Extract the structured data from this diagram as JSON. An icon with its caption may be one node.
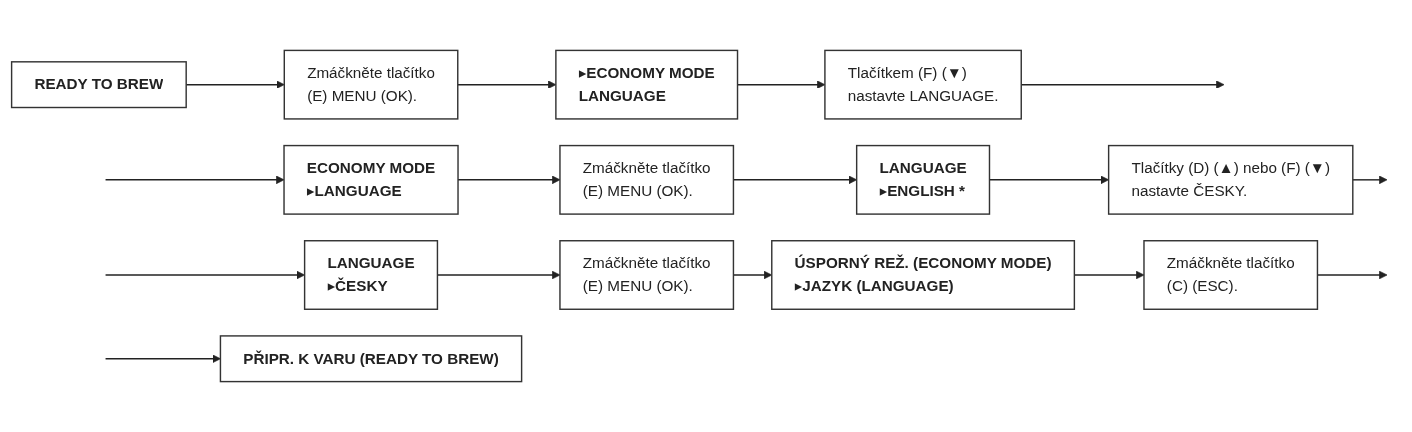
{
  "diagram": {
    "nodes": [
      {
        "text": [
          "READY TO BREW"
        ]
      },
      {
        "text": [
          "Zmáčkněte tlačítko (E) MENU (OK)."
        ]
      },
      {
        "text": [
          "▸ECONOMY MODE",
          "LANGUAGE"
        ]
      },
      {
        "text": [
          "Tlačítkem (F) (▼) nastavte LANGUAGE."
        ]
      },
      {
        "text": [
          "ECONOMY MODE",
          "▸LANGUAGE"
        ]
      },
      {
        "text": [
          "Zmáčkněte tlačítko (E) MENU (OK)."
        ]
      },
      {
        "text": [
          "LANGUAGE",
          "▸ENGLISH *"
        ]
      },
      {
        "text": [
          "Tlačítky (D) (▲) nebo (F) (▼) nastavte ČESKY."
        ]
      },
      {
        "text": [
          "LANGUAGE",
          "▸ČESKY"
        ]
      },
      {
        "text": [
          "Zmáčkněte tlačítko (E) MENU (OK)."
        ]
      },
      {
        "text": [
          "ÚSPORNÝ REŽ. (ECONOMY MODE)",
          "▸JAZYK (LANGUAGE)"
        ]
      },
      {
        "text": [
          "Zmáčkněte tlačítko (C) (ESC)."
        ]
      },
      {
        "text": [
          "PŘIPR. K VARU (READY TO BREW)"
        ]
      }
    ],
    "edges": [
      {
        "from": 0,
        "to": 1,
        "arrow": "to"
      },
      {
        "from": 1,
        "to": 2,
        "arrow": "to"
      },
      {
        "from": 2,
        "to": 3,
        "arrow": "to"
      },
      {
        "from": 3,
        "to": null,
        "arrow": "to"
      },
      {
        "from": null,
        "to": 4,
        "arrow": "to"
      },
      {
        "from": 4,
        "to": 5,
        "arrow": "to"
      },
      {
        "from": 5,
        "to": 6,
        "arrow": "to"
      },
      {
        "from": 6,
        "to": 7,
        "arrow": "to"
      },
      {
        "from": 7,
        "to": null,
        "arrow": "to"
      },
      {
        "from": null,
        "to": 8,
        "arrow": "to"
      },
      {
        "from": 8,
        "to": 9,
        "arrow": "to"
      },
      {
        "from": 9,
        "to": 10,
        "arrow": "to"
      },
      {
        "from": 10,
        "to": 11,
        "arrow": "to"
      },
      {
        "from": 11,
        "to": null,
        "arrow": "to"
      },
      {
        "from": null,
        "to": 12,
        "arrow": "to"
      }
    ]
  }
}
